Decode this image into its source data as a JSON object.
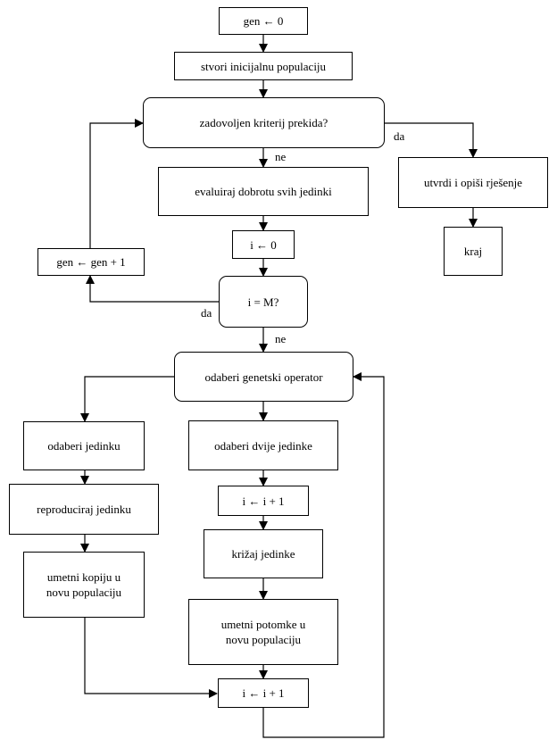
{
  "nodes": {
    "gen_init": "gen ← 0",
    "init_population": "stvori inicijalnu populaciju",
    "stop_criterion": "zadovoljen kriterij prekida?",
    "evaluate": "evaluiraj dobrotu svih jedinki",
    "i_init": "i ← 0",
    "i_equals_m": "i = M?",
    "gen_increment": "gen ← gen + 1",
    "determine_solution": "utvrdi i opiši rješenje",
    "end": "kraj",
    "choose_operator": "odaberi genetski operator",
    "select_one": "odaberi jedinku",
    "select_two": "odaberi dvije jedinke",
    "i_increment_mid": "i ← i + 1",
    "reproduce": "reproduciraj jedinku",
    "crossover": "križaj jedinke",
    "insert_copy": "umetni kopiju u novu populaciju",
    "insert_offspring": "umetni potomke u novu populaciju",
    "i_increment_bottom": "i ← i + 1"
  },
  "edge_labels": {
    "stop_yes": "da",
    "stop_no": "ne",
    "im_yes": "da",
    "im_no": "ne"
  }
}
